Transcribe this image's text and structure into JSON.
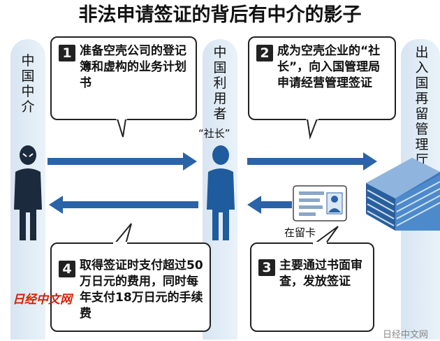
{
  "title": "非法申请签证的背后有中介的影子",
  "actors": {
    "broker": "中国中介",
    "user": "中国利用者",
    "bureau": "出入国再留管理厅"
  },
  "president_label": "“社长”",
  "card_label": "在留卡",
  "steps": [
    {
      "num": "1",
      "text": "准备空壳公司的登记簿和虚构的业务计划书"
    },
    {
      "num": "2",
      "text": "成为空壳企业的“社长”，向入国管理局申请经营管理签证"
    },
    {
      "num": "3",
      "text": "主要通过书面审查，发放签证"
    },
    {
      "num": "4",
      "text": "取得签证时支付超过50万日元的费用，同时每年支付18万日元的手续费"
    }
  ],
  "watermark_left": "日经中文网",
  "watermark_right": "日经中文网",
  "colors": {
    "arrow": "#2a63a8",
    "column": "#dbe8f4",
    "person": "#1f5c9e"
  }
}
